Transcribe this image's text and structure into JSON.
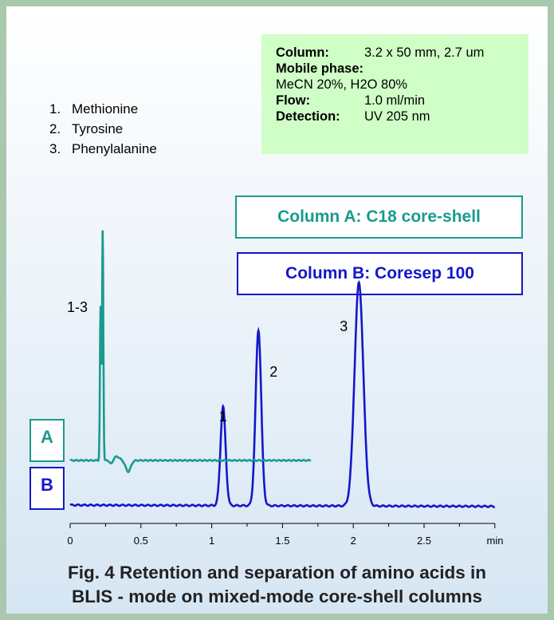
{
  "legend": [
    {
      "num": "1.",
      "name": "Methionine"
    },
    {
      "num": "2.",
      "name": "Tyrosine"
    },
    {
      "num": "3.",
      "name": "Phenylalanine"
    }
  ],
  "conditions": {
    "column_label": "Column:",
    "column_value": "3.2 x 50 mm, 2.7 um",
    "mobile_label": "Mobile phase:",
    "mobile_value": "MeCN 20%,  H2O 80%",
    "flow_label": "Flow:",
    "flow_value": "1.0 ml/min",
    "detection_label": "Detection:",
    "detection_value": "UV 205 nm"
  },
  "column_a_label": "Column A: C18 core-shell",
  "column_b_label": "Column B:   Coresep 100",
  "trace_tags": {
    "a": "A",
    "b": "B"
  },
  "colors": {
    "column_a": "#1a9a8e",
    "column_b": "#1417c8"
  },
  "caption": {
    "line1": "Fig. 4  Retention and separation of amino acids in",
    "line2": "BLIS - mode on mixed-mode core-shell columns"
  },
  "chart_data": {
    "type": "line",
    "xlabel": "min",
    "xlim": [
      0,
      3.0
    ],
    "xticks": [
      0,
      0.5,
      1,
      1.5,
      2,
      2.5
    ],
    "xtick_labels": [
      "0",
      "0.5",
      "1",
      "1.5",
      "2",
      "2.5"
    ],
    "series": [
      {
        "name": "Column A: C18 core-shell",
        "x_range": [
          0,
          1.7
        ],
        "peaks": [
          {
            "label": "1-3",
            "t": 0.23,
            "height": 0.72
          },
          {
            "t": 0.215,
            "height": 0.48
          }
        ],
        "dip": {
          "t": 0.41,
          "depth": 0.035
        }
      },
      {
        "name": "Column B:   Coresep 100",
        "x_range": [
          0,
          3.0
        ],
        "peaks": [
          {
            "label": "1",
            "t": 1.08,
            "height": 0.31
          },
          {
            "label": "2",
            "t": 1.33,
            "height": 0.55
          },
          {
            "label": "3",
            "t": 2.04,
            "height": 0.7
          }
        ]
      }
    ]
  }
}
